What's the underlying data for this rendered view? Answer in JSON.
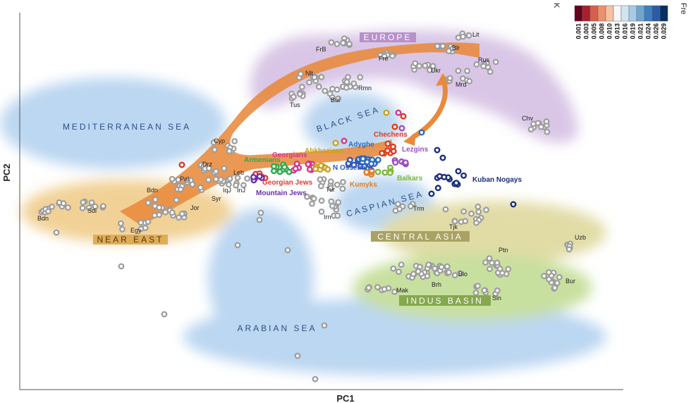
{
  "chart_data": {
    "type": "scatter",
    "xlabel": "PC1",
    "ylabel": "PC2",
    "grid": false,
    "legend_placement": "top-right",
    "legend": {
      "title_cut_left": "K",
      "title_cut_right": "Fre",
      "values": [
        "0.001",
        "0.003",
        "0.005",
        "0.008",
        "0.010",
        "0.013",
        "0.016",
        "0.019",
        "0.021",
        "0.024",
        "0.026",
        "0.029"
      ],
      "colors": [
        "#67001f",
        "#a8202c",
        "#d6604d",
        "#ee8f6e",
        "#f4c1a4",
        "#f7f7f7",
        "#d1e5f0",
        "#a7cbe5",
        "#6ea6d1",
        "#3f7ec0",
        "#2a5ba4",
        "#053061"
      ]
    },
    "regions": [
      {
        "label": "EUROPE",
        "bg": "#b890cc",
        "fg": "#ffffff"
      },
      {
        "label": "NEAR EAST",
        "bg": "#e0ad56",
        "fg": "#4a3a1a"
      },
      {
        "label": "CENTRAL ASIA",
        "bg": "#a9a263",
        "fg": "#ffffff"
      },
      {
        "label": "INDUS BASIN",
        "bg": "#86a84e",
        "fg": "#ffffff"
      }
    ],
    "seas": [
      "MEDITERRANEAN SEA",
      "BLACK SEA",
      "CASPIAN SEA",
      "ARABIAN SEA"
    ],
    "reference_populations": [
      "Lit",
      "FrB",
      "Blr",
      "Rus",
      "Fre",
      "Nlt",
      "Ukr",
      "Rmn",
      "Mrd",
      "Tus",
      "Bul",
      "Chv",
      "Cyp",
      "Drz",
      "Pal",
      "Leb",
      "Bdn",
      "IqJ",
      "InJ",
      "Jor",
      "Syr",
      "Sdi",
      "Bdn",
      "Egy",
      "Tur",
      "Irn",
      "Trm",
      "Tjk",
      "Uzb",
      "Ptn",
      "Blo",
      "Brh",
      "Mak",
      "Sin",
      "Bur"
    ],
    "caucasus_groups": [
      {
        "name": "Chechens",
        "color": "#e03a1e"
      },
      {
        "name": "Adyghe",
        "color": "#2d6cc0"
      },
      {
        "name": "Lezgins",
        "color": "#9b4fc0"
      },
      {
        "name": "Georgians",
        "color": "#d6338f"
      },
      {
        "name": "Abkhazians",
        "color": "#c9a21f"
      },
      {
        "name": "Armenians",
        "color": "#2fa84a"
      },
      {
        "name": "N Ossetians",
        "color": "#2f58b8"
      },
      {
        "name": "Balkars",
        "color": "#7fb83a"
      },
      {
        "name": "Kumyks",
        "color": "#e0802a"
      },
      {
        "name": "Georgian Jews",
        "color": "#e23a2a"
      },
      {
        "name": "Mountain Jews",
        "color": "#6a2fa8"
      },
      {
        "name": "Kuban Nogays",
        "color": "#1a2f7a"
      }
    ]
  }
}
